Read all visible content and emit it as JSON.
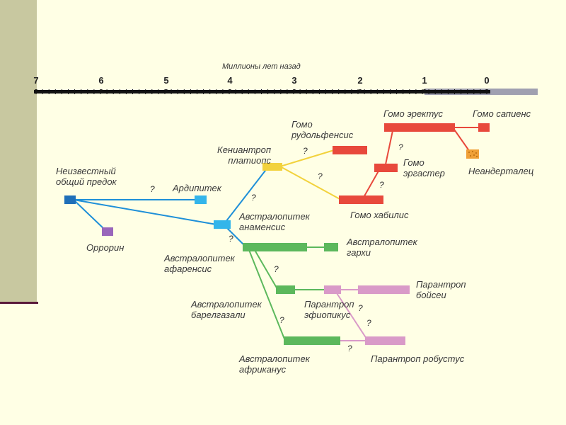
{
  "axis": {
    "title": "Миллионы лет назад",
    "ticks": [
      "7",
      "6",
      "5",
      "4",
      "3",
      "2",
      "1",
      "0"
    ]
  },
  "labels": {
    "ancestor": [
      "Неизвестный",
      "общий предок"
    ],
    "orrorin": "Оррорин",
    "ardipithecus": "Ардипитек",
    "kenyanthropus": [
      "Кениантроп",
      "платиопс"
    ],
    "rudolfensis": [
      "Гомо",
      "рудольфенсис"
    ],
    "erectus": "Гомо эректус",
    "sapiens": "Гомо сапиенс",
    "ergaster": [
      "Гомо",
      "эргастер"
    ],
    "neanderthal": "Неандерталец",
    "habilis": "Гомо хабилис",
    "anamensis": [
      "Австралопитек",
      "анаменсис"
    ],
    "afarensis": [
      "Австралопитек",
      "афаренсис"
    ],
    "garhi": [
      "Австралопитек",
      "гархи"
    ],
    "bahrelghazali": [
      "Австралопитек",
      "барелгазали"
    ],
    "boisei": [
      "Парантроп",
      "бойсеи"
    ],
    "aethiopicus": [
      "Парантроп",
      "эфиопикус"
    ],
    "africanus": [
      "Австралопитек",
      "африканус"
    ],
    "robustus": "Парантроп робустус"
  },
  "question_mark": "?",
  "colors": {
    "background": "#FFFFE5",
    "sidebar": "#C8C8A0",
    "sidebar_line": "#5A1A3A",
    "blue": "#1E8FD8",
    "blue_light": "#33B5EA",
    "dark_blue": "#1F6FB8",
    "purple": "#9966BB",
    "yellow": "#F2D23C",
    "red": "#E8493C",
    "orange": "#F0A038",
    "green": "#5CB85C",
    "pink": "#D99AC8",
    "axis": "#111111",
    "axis_band": "#A0A0B0"
  }
}
